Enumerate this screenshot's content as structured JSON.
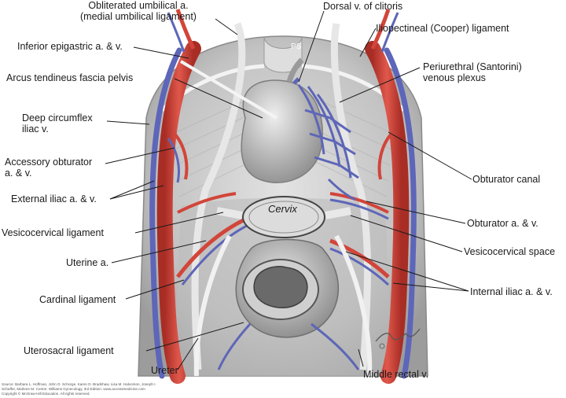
{
  "labels": {
    "obliterated": "Obliterated umbilical a.",
    "obliterated2": "(medial umbilical ligament)",
    "dorsal_v": "Dorsal v. of clitoris",
    "iliopectineal": "Iliopectineal (Cooper) ligament",
    "inferior_epigastric": "Inferior epigastric a. & v.",
    "periurethral": "Periurethral (Santorini)",
    "periurethral2": "venous plexus",
    "arcus": "Arcus tendineus fascia pelvis",
    "deep_circumflex": "Deep circumflex",
    "deep_circumflex2": "iliac v.",
    "accessory_obturator": "Accessory obturator",
    "accessory_obturator2": "a. & v.",
    "obturator_canal": "Obturator canal",
    "external_iliac": "External iliac a. & v.",
    "vesicocervical_ligament": "Vesicocervical ligament",
    "obturator_av": "Obturator a. & v.",
    "uterine": "Uterine a.",
    "vesicocervical_space": "Vesicocervical space",
    "internal_iliac": "Internal iliac a. & v.",
    "cardinal": "Cardinal ligament",
    "uterosacral": "Uterosacral ligament",
    "ureter": "Ureter",
    "middle_rectal": "Middle rectal v."
  },
  "structures": {
    "ps": "PS",
    "cervix": "Cervix"
  },
  "source_lines": [
    "Source: Barbara L. Hoffman, John O. Schorge, Karen D. Bradshaw, Lisa M. Halvorson, Joseph I.",
    "Schaffer, Marlene M. Corton: Williams Gynecology, 3rd Edition: www.accessmedicine.com",
    "Copyright © McGraw-Hill Education. All rights reserved."
  ],
  "colors": {
    "artery": "#d2453a",
    "vein": "#5d66b8",
    "tissue": "#c9c9c9",
    "leader": "#1a1a1a"
  }
}
